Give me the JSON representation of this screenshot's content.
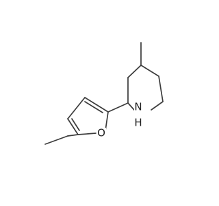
{
  "molecule": {
    "atoms": {
      "oxygen": "O",
      "amine_n": "N",
      "amine_h": "H"
    },
    "colors": {
      "bond": "#3b3b3b",
      "text": "#1f1f1f",
      "background": "#ffffff"
    }
  }
}
